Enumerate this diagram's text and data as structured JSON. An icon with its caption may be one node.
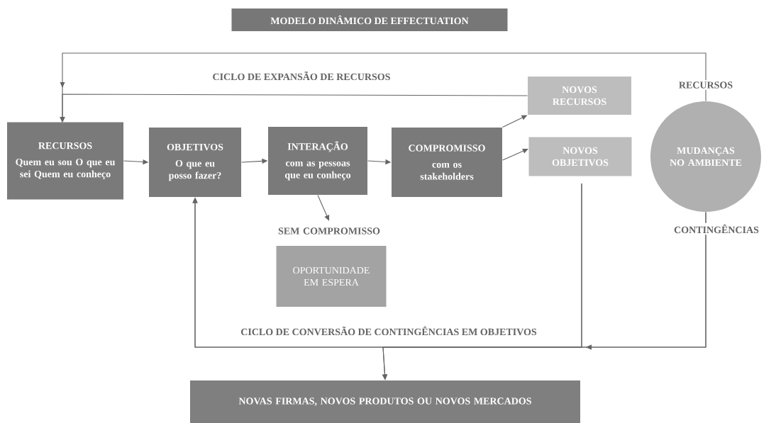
{
  "diagram": {
    "title": "MODELO DINÂMICO DE EFFECTUATION",
    "nodes": [
      {
        "text": [
          "RECURSOS",
          "Quem eu sou O que eu sei Quem eu conheço"
        ]
      },
      {
        "text": [
          "OBJETIVOS",
          "O que eu posso fazer?"
        ]
      },
      {
        "text": [
          "INTERAÇÃO",
          "com as pessoas que eu conheço"
        ]
      },
      {
        "text": [
          "COMPROMISSO",
          "com os stakeholders"
        ]
      },
      {
        "text": [
          "NOVOS RECURSOS"
        ]
      },
      {
        "text": [
          "NOVOS OBJETIVOS"
        ]
      },
      {
        "text": [
          "MUDANÇAS NO AMBIENTE"
        ]
      },
      {
        "text": [
          "SEM COMPROMISSO"
        ]
      },
      {
        "text": [
          "OPORTUNIDADE EM ESPERA"
        ]
      },
      {
        "text": [
          "NOVAS FIRMAS, NOVOS PRODUTOS OU NOVOS MERCADOS"
        ]
      }
    ],
    "edges": [
      {
        "from": 0,
        "to": 1,
        "arrow": "to"
      },
      {
        "from": 1,
        "to": 2,
        "arrow": "to"
      },
      {
        "from": 2,
        "to": 3,
        "arrow": "to"
      },
      {
        "from": 3,
        "to": 4,
        "arrow": "to"
      },
      {
        "from": 3,
        "to": 5,
        "arrow": "to"
      },
      {
        "from": 2,
        "to": 7,
        "arrow": "to"
      },
      {
        "from": 4,
        "to": 0,
        "arrow": "to"
      },
      {
        "from": 6,
        "to": 0,
        "arrow": "to",
        "label": "RECURSOS"
      },
      {
        "from": 5,
        "to": 1,
        "arrow": "to"
      },
      {
        "from": 5,
        "to": 9,
        "arrow": "to"
      },
      {
        "from": 6,
        "to": 1,
        "arrow": "to",
        "label": "CONTINGÊNCIAS"
      },
      {
        "from": 6,
        "to": 9,
        "arrow": "to"
      }
    ],
    "labels": [
      "CICLO DE EXPANSÃO DE RECURSOS",
      "CICLO DE CONVERSÃO DE CONTINGÊNCIAS EM OBJETIVOS"
    ]
  }
}
